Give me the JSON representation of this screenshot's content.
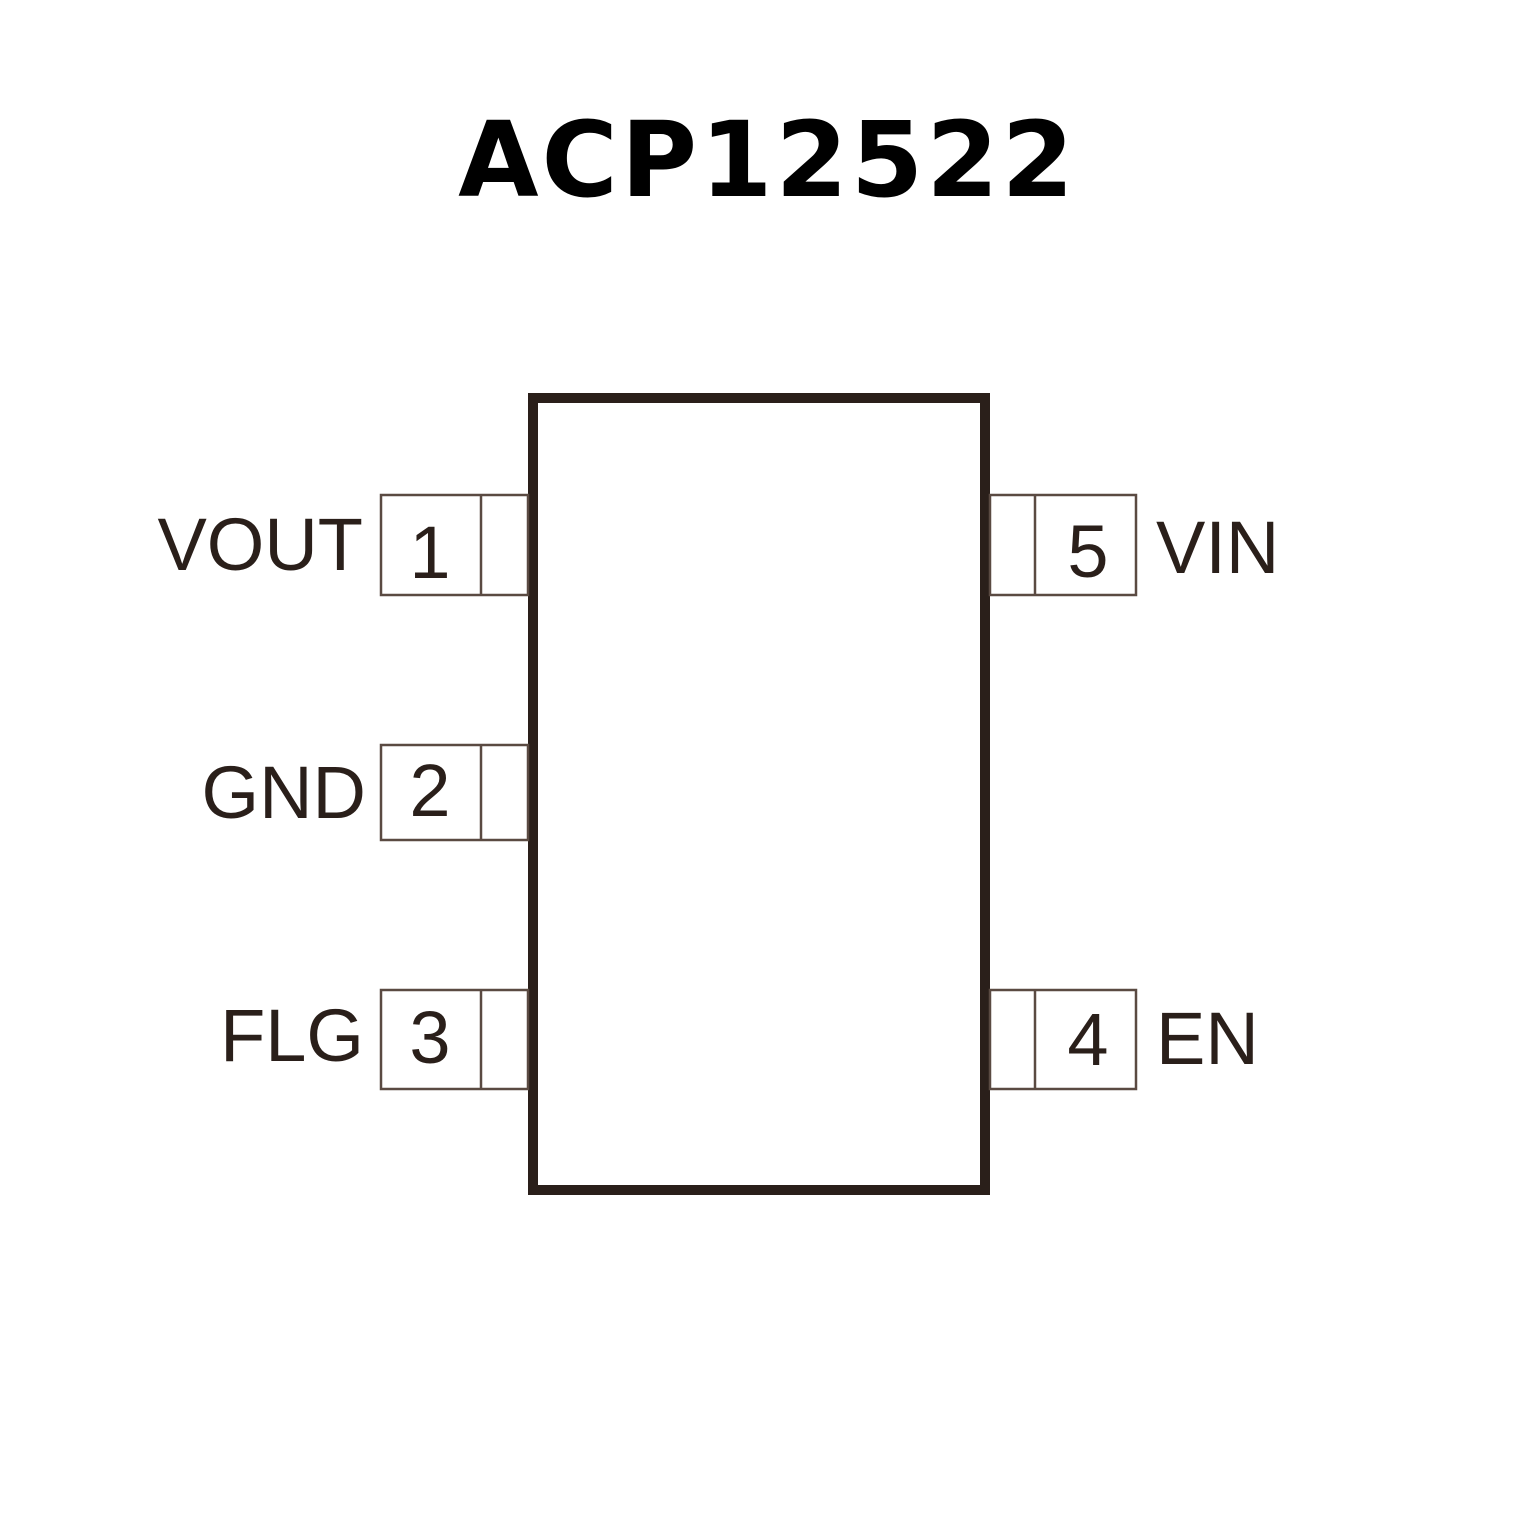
{
  "title": "ACP12522",
  "colors": {
    "body_stroke": "#2a1f1a",
    "pad_stroke": "#5a4a42",
    "text": "#2a1f1a",
    "background": "#ffffff"
  },
  "pins": {
    "p1": {
      "number": "1",
      "name": "VOUT"
    },
    "p2": {
      "number": "2",
      "name": "GND"
    },
    "p3": {
      "number": "3",
      "name": "FLG"
    },
    "p4": {
      "number": "4",
      "name": "EN"
    },
    "p5": {
      "number": "5",
      "name": "VIN"
    }
  }
}
